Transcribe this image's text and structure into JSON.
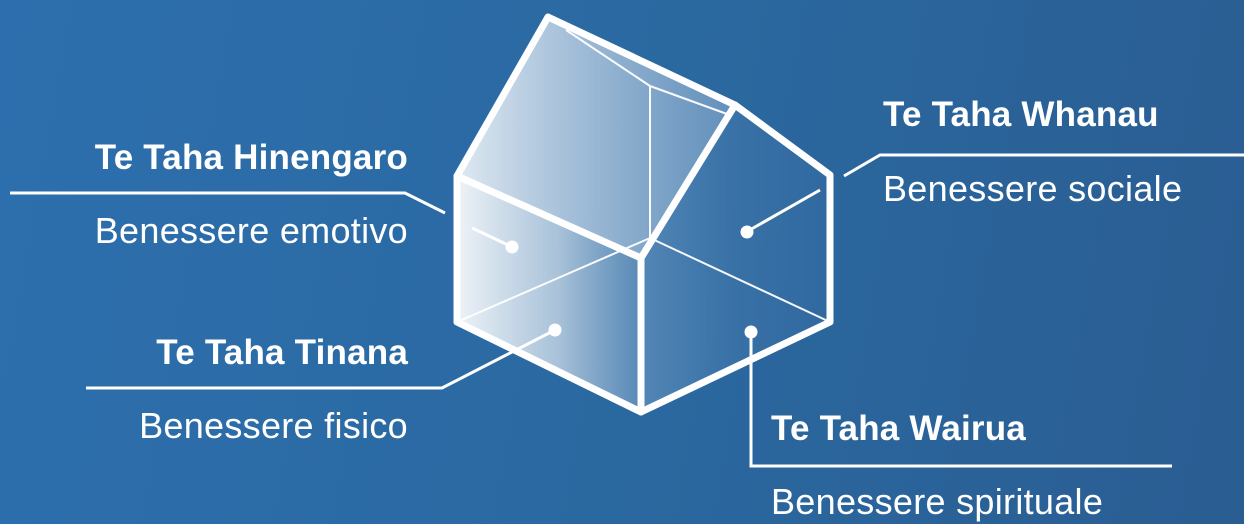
{
  "colors": {
    "background": "#2b6aa6",
    "line": "#ffffff"
  },
  "dimensions": [
    {
      "key": "hinengaro",
      "title": "Te Taha Hinengaro",
      "subtitle": "Benessere emotivo"
    },
    {
      "key": "whanau",
      "title": "Te Taha Whanau",
      "subtitle": "Benessere sociale"
    },
    {
      "key": "tinana",
      "title": "Te Taha Tinana",
      "subtitle": "Benessere fisico"
    },
    {
      "key": "wairua",
      "title": "Te Taha Wairua",
      "subtitle": "Benessere spirituale"
    }
  ]
}
